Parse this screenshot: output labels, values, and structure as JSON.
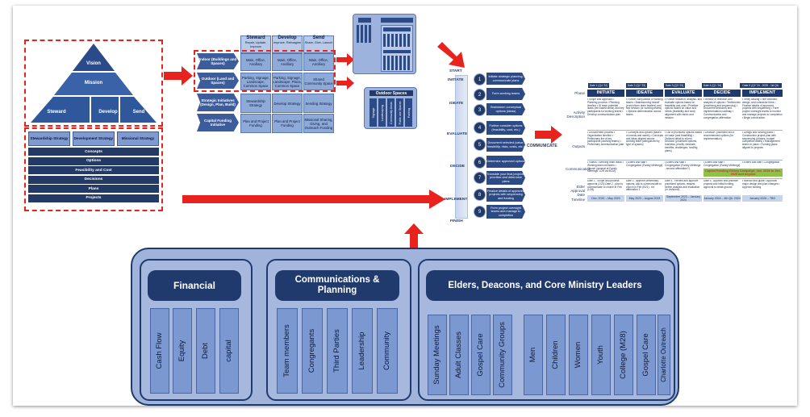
{
  "pyramid": {
    "vision": "Vision",
    "mission": "Mission",
    "steward": "Steward",
    "develop": "Develop",
    "send": "Send"
  },
  "strategies": [
    "Stewardship Strategy",
    "Development Strategy",
    "Missional Strategy"
  ],
  "strategy_rows": [
    "Concepts",
    "Options",
    "Feasibility and Cost",
    "Decisions",
    "Plans",
    "Projects"
  ],
  "steward_matrix": {
    "headers": [
      {
        "title": "Steward",
        "sub": "Repair, Update, Improve"
      },
      {
        "title": "Develop",
        "sub": "Improve, Reimagine"
      },
      {
        "title": "Send",
        "sub": "Share, Give, Launch"
      }
    ],
    "rows": [
      {
        "label": "Indoor (Buildings and Spaces)",
        "cells": [
          "Main, Office, Ancillary",
          "Main, Office, Ancillary",
          "Main, Office, Ancillary"
        ]
      },
      {
        "label": "Outdoor (Land and Spaces)",
        "cells": [
          "Parking, Signage, Landscape, Common Space",
          "Parking, Signage, Landscape, Plaza, Common Space",
          "Shared Community Space"
        ]
      },
      {
        "label": "Strategic Initiatives (Design, Plan, Build)",
        "cells": [
          "Stewardship Strategy",
          "Develop Strategy",
          "Sending Strategy"
        ]
      },
      {
        "label": "Capital Funding Initiative",
        "cells": [
          "Plan and Project Funding",
          "Plan and Project Funding",
          "Missional Sharing, Giving, and Outreach Funding"
        ]
      }
    ]
  },
  "outdoor_spaces": {
    "title": "Outdoor Spaces",
    "items": [
      "Signage",
      "Landscaping",
      "Community Areas",
      "Public use Spaces",
      "Parking"
    ]
  },
  "phases": {
    "start": "START",
    "finish": "FINISH",
    "communicate": "COMMUNICATE",
    "items": [
      {
        "num": "1",
        "label": "INITIATE",
        "desc": "Initiate strategic planning; communicate plans"
      },
      {
        "num": "2",
        "label": "",
        "desc": "Form working teams"
      },
      {
        "num": "3",
        "label": "IDEATE",
        "desc": "Brainstorm conceptual options (ideas)"
      },
      {
        "num": "4",
        "label": "EVALUATE",
        "desc": "Further consider options (feasibility, cost, etc.)"
      },
      {
        "num": "5",
        "label": "",
        "desc": "Document selected (value, feasibility, risks, costs, etc.)"
      },
      {
        "num": "6",
        "label": "DECIDE",
        "desc": "Determine approved options"
      },
      {
        "num": "7",
        "label": "",
        "desc": "Translate your final projects, prioritize and determine plans"
      },
      {
        "num": "8",
        "label": "IMPLEMENT",
        "desc": "Finalize details of approved projects with sequencing and funding"
      },
      {
        "num": "9",
        "label": "",
        "desc": "Form project oversight teams and manage to completion"
      }
    ]
  },
  "timeline_table": {
    "dates": [
      "Date 1 (Q4 '22)",
      "Date 2 (Q2 '23)",
      "Date 3 (Q3 '23)",
      "Date 4 (Q1 '24)",
      "Date 5 (Q2 '24 - 2025 - 1st Qtr. 2026)"
    ],
    "phases": [
      "INITIATE",
      "IDEATE",
      "EVALUATE",
      "DECIDE",
      "IMPLEMENT"
    ],
    "row_labels": [
      "Phase",
      "Activity Description",
      "Outputs",
      "Communication",
      "Elder Approval Date",
      "Timeline"
    ],
    "activity": [
      "• Scope and approach • Planning process • Planning timeline • ID team potential leads (fee-based ideas) and key participants for working teams • Develop communication plan",
      "• Further composition of working teams • Brainstorming kickoff (enrich/form team leaders) and first session (or working teams) • Options determination across teams",
      "• Further research, analysis, and evaluate options based on feasibility and cost • Prioritize options based on value and needs (feasibility and cost) alignment with vision and mission",
      "• Review of research and analysis of options • Testimonies (prioritizing and sequencing) • Document decisions and implementation roadmap • Communication and congregation affirmation",
      "• Verify funding • Hire architect, design, and contractor firms • Finalize details of approved projects with sequencing • Form project oversight teams to monitor and manage projects to completion • Begin construction"
    ],
    "outputs": [
      "• Documented process • Organization timeline • Preliminary list of key participants (working teams) • Preliminary communication plan",
      "• Concepts and options (based on needs and wants) • Concepts and ideas aligned across working team (categorized by type of spaces)",
      "• List of prioritized options based on value (and feasibility) • Outlined detail to inform Decision (prioritized options, business, priority, rationale, benefits, challenges, funding plans)",
      "• Decision: prioritized list of recommended options (for implementation)",
      "• Design and funding plans • Construction project plan with sequencing (phases, budget completion dates) • Management teams in place • Funding plans aligned to projects"
    ],
    "communication": [
      "• Videos • Working team leads • Working team members • Church (general at Family Meetings: LDR via BCM)",
      "• Elders and staff • Congregation (Family Meetings)",
      "• Elders and staff • Congregation (Family Meetings - second affirmation?)",
      "• Elders and staff • Congregation (Family Meetings)",
      "• Elders and staff • Congregation"
    ],
    "capital_funding": "Capital Funding Giving Campaign: Jan. 2024 to Jan. 2025 and beyond",
    "approval": [
      "Date 1 - Scope and process approval (1/23) Date 2 - plan to communicate to church in Feb (1/26)",
      "Date 3 - approve preliminary options; ask to communicate to church in Feb (6/21) - for affirmation 1",
      "Date 4 - Review and approve prioritized options; request further analysis and evaluation (or revisions)",
      "Date 5 - Approve and prioritize projects and initial funding; approval to break ground",
      "• Monitor and guide • Approval major design and plan changes • Approve funding"
    ],
    "timeline": [
      "Dec. 2022 – May 2023",
      "May 2023 – August 2023",
      "September 2023 – January 2024",
      "January 2024 – 4th Qtr. 2024",
      "January 2025 – TBD"
    ]
  },
  "org": {
    "groups": [
      {
        "title": "Financial",
        "items": [
          "Cash Flow",
          "Equity",
          "Debt",
          "capital"
        ]
      },
      {
        "title": "Communications & Planning",
        "items": [
          "Team members",
          "Congregants",
          "Third Parties",
          "Leadership",
          "Community"
        ]
      },
      {
        "title": "Elders, Deacons, and Core Ministry Leaders",
        "items": [
          "Sunday Meetings",
          "Adult Classes",
          "Gospel Care",
          "Community Groups",
          "Men",
          "Children",
          "Women",
          "Youth",
          "College (M28)",
          "Gospel Care",
          "Charlotte Outreach"
        ]
      }
    ]
  },
  "colors": {
    "navy": "#203a6e",
    "light_blue": "#a7b8de",
    "bar": "#7b98d0",
    "red": "#e8231e"
  }
}
